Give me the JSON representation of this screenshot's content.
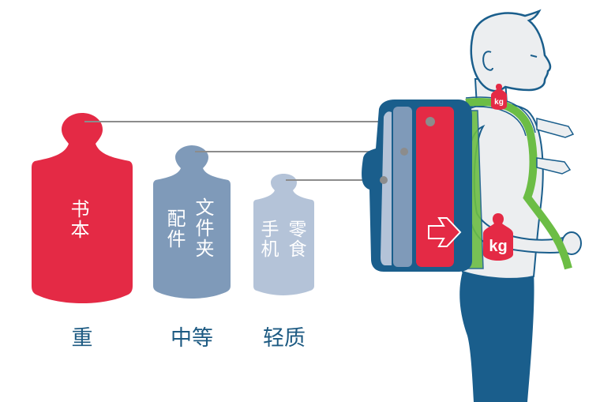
{
  "colors": {
    "heavy": "#e42a45",
    "medium": "#7f9ab9",
    "light": "#b4c3d8",
    "backpack": "#1a5e8c",
    "strap": "#6cbd45",
    "body": "#eceef0",
    "outline": "#1a5e8c",
    "connector": "#8c8c8c",
    "label_text": "#1d5a82"
  },
  "weights": [
    {
      "id": "heavy",
      "contents": [
        "书本"
      ],
      "label": "重"
    },
    {
      "id": "medium",
      "contents": [
        "文件夹",
        "配件"
      ],
      "label": "中等"
    },
    {
      "id": "light",
      "contents": [
        "零食",
        "手机"
      ],
      "label": "轻质"
    }
  ],
  "icons": {
    "kg_small": "kg",
    "kg_large": "kg",
    "arrow": "arrow-right-icon"
  }
}
